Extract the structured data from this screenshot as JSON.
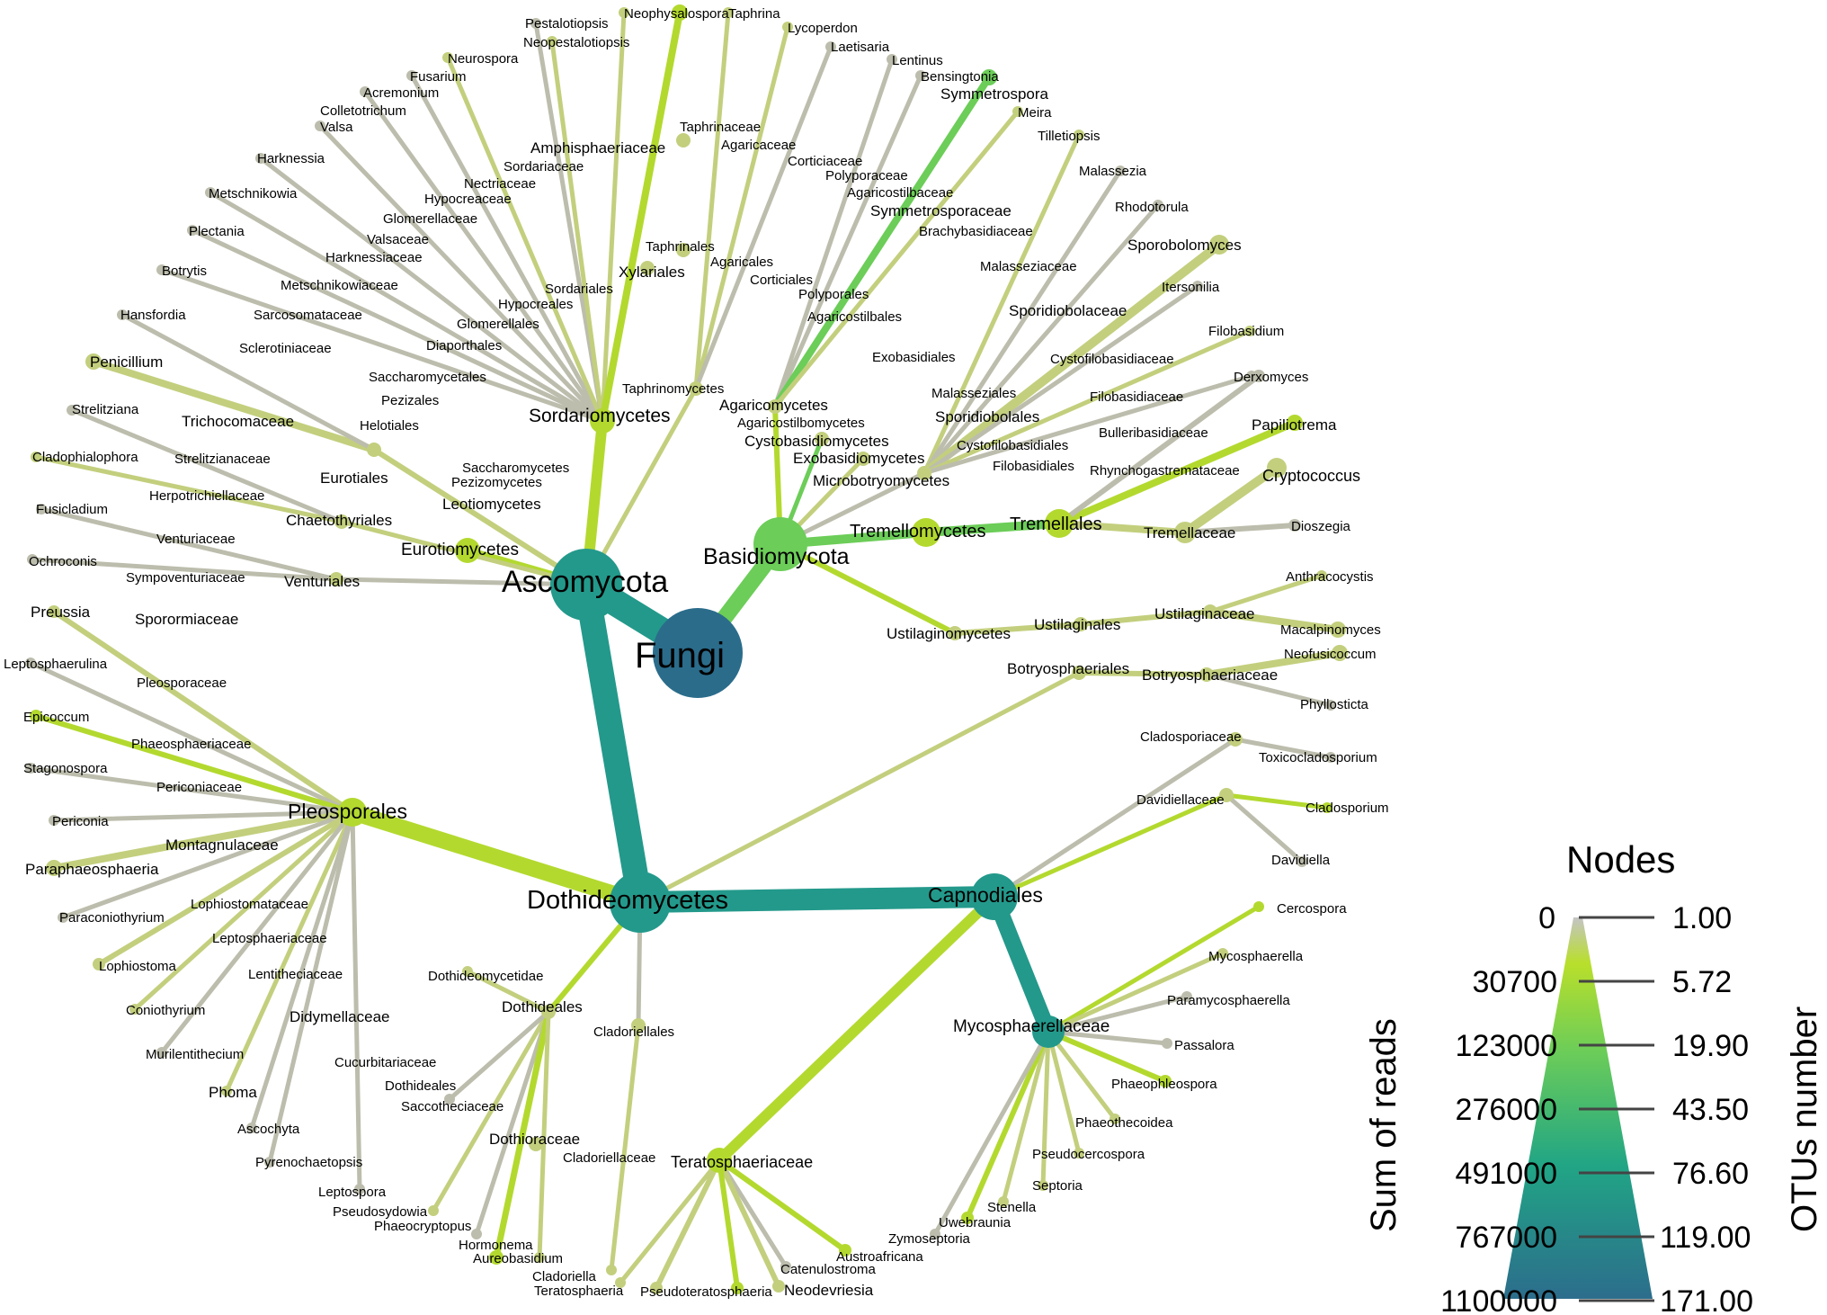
{
  "legend": {
    "title": "Nodes",
    "left_axis_label": "Sum of reads",
    "right_axis_label": "OTUs number",
    "left_ticks": [
      "0",
      "30700",
      "123000",
      "276000",
      "491000",
      "767000",
      "1100000"
    ],
    "right_ticks": [
      "1.00",
      "5.72",
      "19.90",
      "43.50",
      "76.60",
      "119.00",
      "171.00"
    ],
    "gradient": [
      "#c4c4c4",
      "#b9df2b",
      "#6ccd58",
      "#21a585",
      "#2c6d8c"
    ]
  },
  "colors": {
    "grey": "#bdbdad",
    "olive": "#c3cf7d",
    "lime": "#b3d92f",
    "green": "#6ccd58",
    "teal": "#23998b",
    "blue": "#2b6c8b"
  },
  "labels": {
    "fungi": "Fungi",
    "ascomycota": "Ascomycota",
    "basidiomycota": "Basidiomycota",
    "dothideomycetes": "Dothideomycetes",
    "capnodiales": "Capnodiales",
    "sordariomycetes": "Sordariomycetes",
    "eurotiomycetes": "Eurotiomycetes",
    "pleosporales": "Pleosporales",
    "mycosphaerellaceae": "Mycosphaerellaceae",
    "teratosphaeriaceae": "Teratosphaeriaceae",
    "tremellomycetes": "Tremellomycetes",
    "tremellales": "Tremellales",
    "tremellaceae": "Tremellaceae",
    "cryptococcus": "Cryptococcus",
    "dioszegia": "Dioszegia",
    "ustilaginomycetes": "Ustilaginomycetes",
    "ustilaginales": "Ustilaginales",
    "ustilaginaceae": "Ustilaginaceae",
    "anthracocystis": "Anthracocystis",
    "macalpinomyces": "Macalpinomyces",
    "botryosphaeriales": "Botryosphaeriales",
    "botryosphaeriaceae": "Botryosphaeriaceae",
    "neofusicoccum": "Neofusicoccum",
    "phyllosticta": "Phyllosticta",
    "cladosporiaceae": "Cladosporiaceae",
    "toxicocladosporium": "Toxicocladosporium",
    "davidiellaceae": "Davidiellaceae",
    "cladosporium": "Cladosporium",
    "davidiella": "Davidiella",
    "cercospora": "Cercospora",
    "mycosphaerella": "Mycosphaerella",
    "paramycosphaerella": "Paramycosphaerella",
    "passalora": "Passalora",
    "phaeophleospora": "Phaeophleospora",
    "phaeothecoidea": "Phaeothecoidea",
    "pseudocercospora": "Pseudocercospora",
    "septoria": "Septoria",
    "stenella": "Stenella",
    "uwebraunia": "Uwebraunia",
    "zymoseptoria": "Zymoseptoria",
    "austroafricana": "Austroafricana",
    "catenulostroma": "Catenulostroma",
    "neodevriesia": "Neodevriesia",
    "pseudoteratosphaeria": "Pseudoteratosphaeria",
    "teratosphaeria": "Teratosphaeria",
    "cladoriella": "Cladoriella",
    "cladoriellaceae": "Cladoriellaceae",
    "cladoriellales": "Cladoriellales",
    "dothideomycetidae": "Dothideomycetidae",
    "dothideales_1": "Dothideales",
    "dothideales_2": "Dothideales",
    "dothioraceae": "Dothioraceae",
    "saccotheciaceae": "Saccotheciaceae",
    "pseudosydowia": "Pseudosydowia",
    "phaeocryptopus": "Phaeocryptopus",
    "hormonema": "Hormonema",
    "aureobasidium": "Aureobasidium",
    "preussia": "Preussia",
    "sporormiaceae": "Sporormiaceae",
    "leptosphaerulina": "Leptosphaerulina",
    "pleosporaceae": "Pleosporaceae",
    "epicoccum": "Epicoccum",
    "phaeosphaeriaceae": "Phaeosphaeriaceae",
    "stagonospora": "Stagonospora",
    "periconiaceae": "Periconiaceae",
    "periconia": "Periconia",
    "montagnulaceae": "Montagnulaceae",
    "paraphaeosphaeria": "Paraphaeosphaeria",
    "lophiostomataceae": "Lophiostomataceae",
    "paraconiothyrium": "Paraconiothyrium",
    "leptosphaeriaceae": "Leptosphaeriaceae",
    "lophiostoma": "Lophiostoma",
    "lentitheciaceae": "Lentitheciaceae",
    "coniothyrium": "Coniothyrium",
    "didymellaceae": "Didymellaceae",
    "murilentithecium": "Murilentithecium",
    "phoma": "Phoma",
    "ascochyta": "Ascochyta",
    "cucurbitariaceae": "Cucurbitariaceae",
    "pyrenochaetopsis": "Pyrenochaetopsis",
    "leptospora": "Leptospora",
    "ochroconis": "Ochroconis",
    "sympoventuriaceae": "Sympoventuriaceae",
    "venturiales": "Venturiales",
    "fusicladium": "Fusicladium",
    "venturiaceae": "Venturiaceae",
    "cladophialophora": "Cladophialophora",
    "herpotrichiellaceae": "Herpotrichiellaceae",
    "chaetothyriales": "Chaetothyriales",
    "strelitziana": "Strelitziana",
    "strelitzianaceae": "Strelitzianaceae",
    "eurotiales": "Eurotiales",
    "penicillium": "Penicillium",
    "trichocomaceae": "Trichocomaceae",
    "hansfordia": "Hansfordia",
    "sclerotiniaceae": "Sclerotiniaceae",
    "helotiales": "Helotiales",
    "leotiomycetes": "Leotiomycetes",
    "botrytis": "Botrytis",
    "sarcosomataceae": "Sarcosomataceae",
    "pezizales": "Pezizales",
    "pezizomycetes": "Pezizomycetes",
    "plectania": "Plectania",
    "metschnikowiaceae": "Metschnikowiaceae",
    "saccharomycetales": "Saccharomycetales",
    "saccharomycetes": "Saccharomycetes",
    "metschnikowia": "Metschnikowia",
    "harknessiaceae": "Harknessiaceae",
    "diaporthales": "Diaporthales",
    "harknessia": "Harknessia",
    "valsa": "Valsa",
    "valsaceae": "Valsaceae",
    "colletotrichum": "Colletotrichum",
    "glomerellaceae": "Glomerellaceae",
    "glomerellales": "Glomerellales",
    "acremonium": "Acremonium",
    "hypocreaceae": "Hypocreaceae",
    "hypocreales": "Hypocreales",
    "fusarium": "Fusarium",
    "nectriaceae": "Nectriaceae",
    "neurospora": "Neurospora",
    "sordariaceae": "Sordariaceae",
    "sordariales": "Sordariales",
    "pestalotiopsis": "Pestalotiopsis",
    "neopestalotiopsis": "Neopestalotiopsis",
    "amphisphaeriaceae": "Amphisphaeriaceae",
    "xylariales": "Xylariales",
    "neophysalospora": "Neophysalospora",
    "taphrina": "Taphrina",
    "taphrinaceae": "Taphrinaceae",
    "taphrinales": "Taphrinales",
    "taphrinomycetes": "Taphrinomycetes",
    "lycoperdon": "Lycoperdon",
    "agaricaceae": "Agaricaceae",
    "agaricales": "Agaricales",
    "agaricomycetes": "Agaricomycetes",
    "laetisaria": "Laetisaria",
    "corticiaceae": "Corticiaceae",
    "corticiales": "Corticiales",
    "lentinus": "Lentinus",
    "polyporaceae": "Polyporaceae",
    "polyporales": "Polyporales",
    "bensingtonia": "Bensingtonia",
    "agaricostilbaceae": "Agaricostilbaceae",
    "agaricostilbales": "Agaricostilbales",
    "agaricostilbomycetes": "Agaricostilbomycetes",
    "symmetrospora": "Symmetrospora",
    "symmetrosporaceae": "Symmetrosporaceae",
    "cystobasidiomycetes": "Cystobasidiomycetes",
    "meira": "Meira",
    "brachybasidiaceae": "Brachybasidiaceae",
    "exobasidiales": "Exobasidiales",
    "exobasidiomycetes": "Exobasidiomycetes",
    "tilletiopsis": "Tilletiopsis",
    "malassezia": "Malassezia",
    "malasseziaceae": "Malasseziaceae",
    "malasseziales": "Malasseziales",
    "rhodotorula": "Rhodotorula",
    "sporobolomyces": "Sporobolomyces",
    "sporidiobolaceae": "Sporidiobolaceae",
    "sporidiobolales": "Sporidiobolales",
    "microbotryomycetes": "Microbotryomycetes",
    "itersonilia": "Itersonilia",
    "cystofilobasidiaceae": "Cystofilobasidiaceae",
    "cystofilobasidiales": "Cystofilobasidiales",
    "filobasidium": "Filobasidium",
    "filobasidiaceae": "Filobasidiaceae",
    "filobasidiales": "Filobasidiales",
    "derxomyces": "Derxomyces",
    "bulleribasidiaceae": "Bulleribasidiaceae",
    "papiliotrema": "Papiliotrema",
    "rhynchogastremataceae": "Rhynchogastremataceae"
  }
}
